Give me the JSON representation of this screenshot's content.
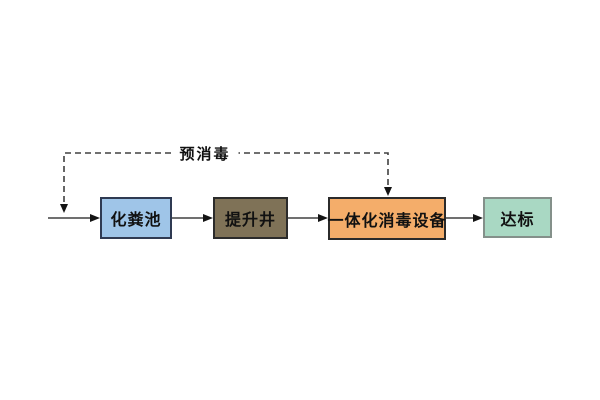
{
  "diagram": {
    "type": "flowchart",
    "background": "#ffffff",
    "bypass_label": "预消毒",
    "connector_color": "#404040",
    "arrow_color": "#141414",
    "dashed_color": "#404040",
    "nodes": [
      {
        "id": "septic-tank",
        "label": "化粪池",
        "fill": "#9fc5e8",
        "border": "#2f3a52"
      },
      {
        "id": "lift-well",
        "label": "提升井",
        "fill": "#7f7257",
        "border": "#2b2b2b"
      },
      {
        "id": "disinfection-equipment",
        "label": "一体化消毒设备",
        "fill": "#f4ad6a",
        "border": "#2b2b2b"
      },
      {
        "id": "standard-reached",
        "label": "达标",
        "fill": "#a9d8c3",
        "border": "#84908a"
      }
    ],
    "edges": [
      {
        "from": "inlet",
        "to": "septic-tank",
        "style": "solid-arrow"
      },
      {
        "from": "septic-tank",
        "to": "lift-well",
        "style": "solid-arrow"
      },
      {
        "from": "lift-well",
        "to": "disinfection-equipment",
        "style": "solid-arrow"
      },
      {
        "from": "disinfection-equipment",
        "to": "standard-reached",
        "style": "solid-arrow"
      },
      {
        "from": "inlet",
        "to": "disinfection-equipment",
        "style": "dashed-arrow",
        "label": "预消毒"
      }
    ]
  }
}
